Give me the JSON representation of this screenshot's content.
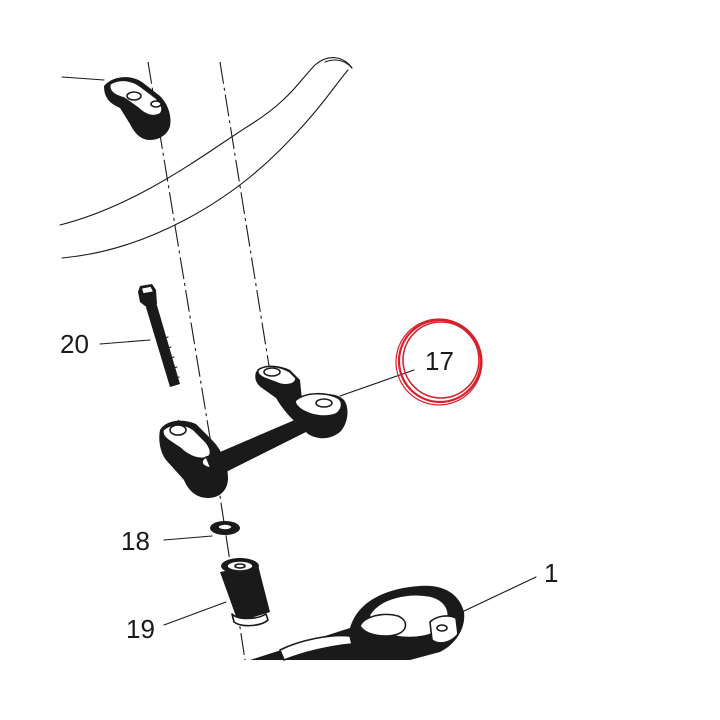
{
  "callouts": [
    {
      "id": "20",
      "text": "20"
    },
    {
      "id": "17",
      "text": "17"
    },
    {
      "id": "18",
      "text": "18"
    },
    {
      "id": "19",
      "text": "19"
    },
    {
      "id": "1",
      "text": "1"
    }
  ],
  "highlight": {
    "target": "17",
    "color": "#d6202c"
  },
  "line_color": "#1a1a1a"
}
